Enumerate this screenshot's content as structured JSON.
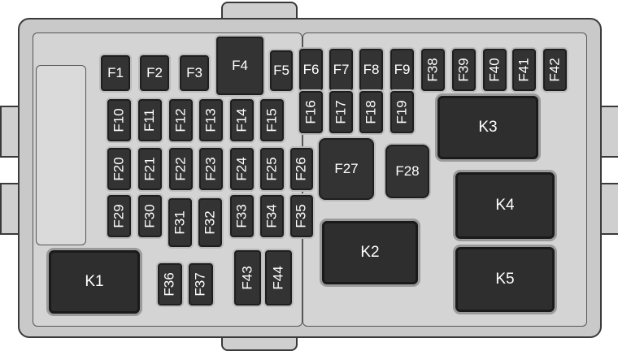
{
  "fuses_top": [
    "F1",
    "F2",
    "F3",
    "F4",
    "F5",
    "F6",
    "F7",
    "F8",
    "F9",
    "F38",
    "F39",
    "F40",
    "F41",
    "F42"
  ],
  "fuses_row2": [
    "F10",
    "F11",
    "F12",
    "F13",
    "F14",
    "F15",
    "F16",
    "F17",
    "F18",
    "F19"
  ],
  "fuses_row3": [
    "F20",
    "F21",
    "F22",
    "F23",
    "F24",
    "F25",
    "F26",
    "F27",
    "F28"
  ],
  "fuses_row4": [
    "F29",
    "F30",
    "F31",
    "F32",
    "F33",
    "F34",
    "F35"
  ],
  "fuses_bottom": [
    "F36",
    "F37",
    "F43",
    "F44"
  ],
  "relays": [
    "K1",
    "K2",
    "K3",
    "K4",
    "K5"
  ]
}
